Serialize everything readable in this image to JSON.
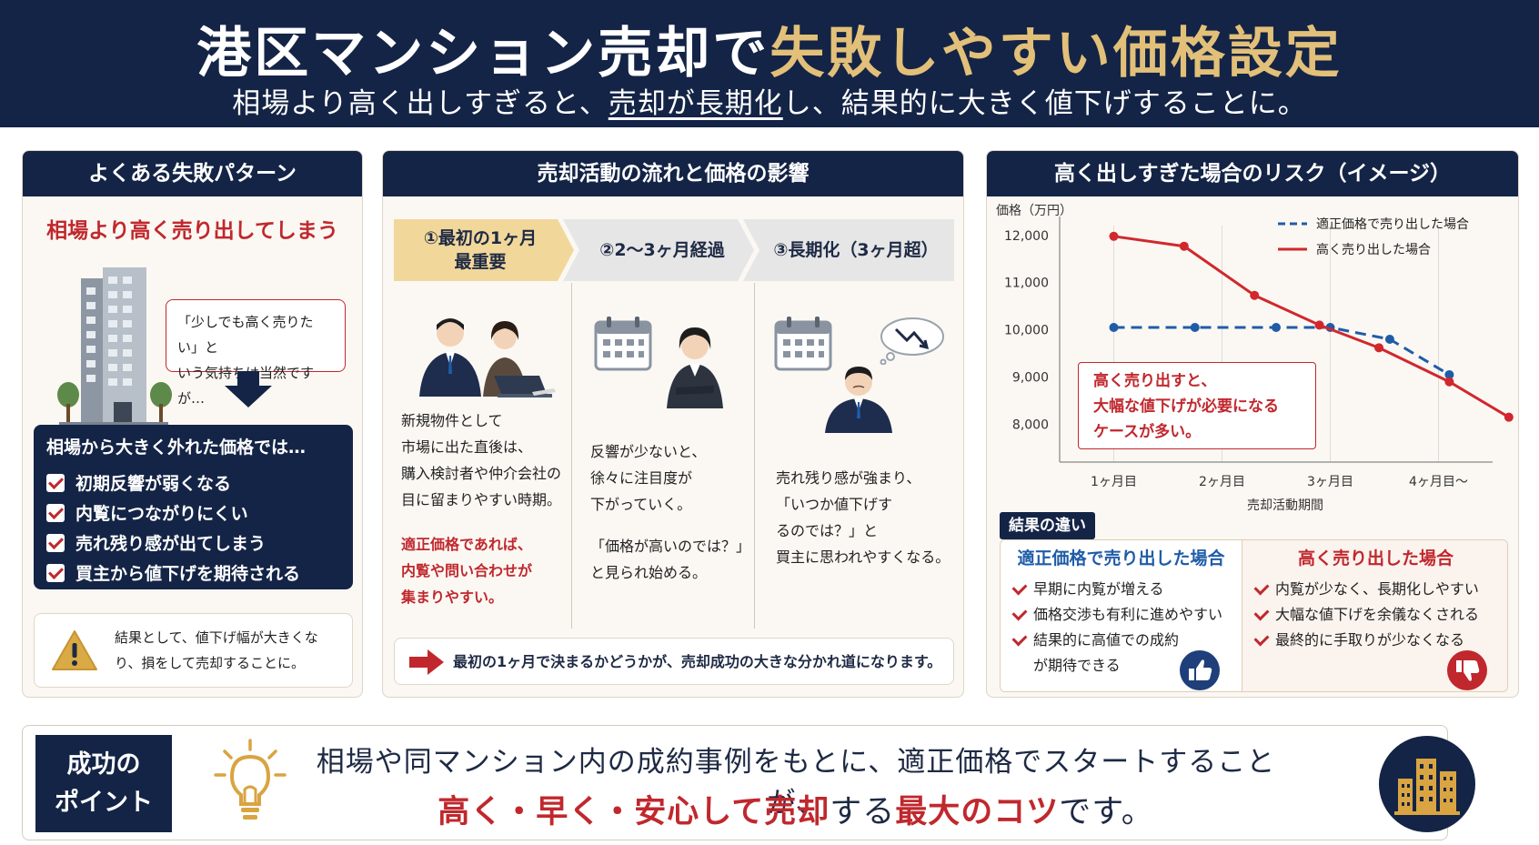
{
  "header": {
    "title_main": "港区マンション売却で",
    "title_gold": "失敗しやすい価格設定",
    "sub_pre": "相場より高く出しすぎると、",
    "sub_ul": "売却が長期化",
    "sub_post": "し、結果的に大きく値下げすることに。"
  },
  "left": {
    "title": "よくある失敗パターン",
    "headline": "相場より高く売り出してしまう",
    "bubble_line1": "「少しでも高く売りたい」と",
    "bubble_line2": "いう気持ちは当然ですが…",
    "box_head": "相場から大きく外れた価格では…",
    "checks": [
      "初期反響が弱くなる",
      "内覧につながりにくい",
      "売れ残り感が出てしまう",
      "買主から値下げを期待される"
    ],
    "warn_line1": "結果として、値下げ幅が大きくな",
    "warn_line2": "り、損をして売却することに。"
  },
  "middle": {
    "title": "売却活動の流れと価格の影響",
    "step1_l1": "①最初の1ヶ月",
    "step1_l2": "最重要",
    "step2": "②2〜3ヶ月経過",
    "step3": "③長期化（3ヶ月超）",
    "col1": [
      "新規物件として",
      "市場に出た直後は、",
      "購入検討者や仲介会社の",
      "目に留まりやすい時期。"
    ],
    "col1_red": [
      "適正価格であれば、",
      "内覧や問い合わせが",
      "集まりやすい。"
    ],
    "col2": [
      "反響が少ないと、",
      "徐々に注目度が",
      "下がっていく。"
    ],
    "col2b": [
      "「価格が高いのでは？」",
      "と見られ始める。"
    ],
    "col3": [
      "売れ残り感が強まり、",
      "「いつか値下げす",
      "るのでは？」と",
      "買主に思われやすくなる。"
    ],
    "note": "最初の1ヶ月で決まるかどうかが、売却成功の大きな分かれ道になります。"
  },
  "right": {
    "title": "高く出しすぎた場合のリスク（イメージ）",
    "callout": [
      "高く売り出すと、",
      "大幅な値下げが必要になる",
      "ケースが多い。"
    ],
    "result_tag": "結果の違い",
    "good_head": "適正価格で売り出した場合",
    "good_items": [
      "早期に内覧が増える",
      "価格交渉も有利に進めやすい",
      "結果的に高値での成約が期待できる"
    ],
    "bad_head": "高く売り出した場合",
    "bad_items": [
      "内覧が少なく、長期化しやすい",
      "大幅な値下げを余儀なくされる",
      "最終的に手取りが少なくなる"
    ]
  },
  "chart_data": {
    "type": "line",
    "ylabel": "価格（万円）",
    "xlabel": "売却活動期間",
    "x_ticks": [
      "1ヶ月目",
      "2ヶ月目",
      "3ヶ月目",
      "4ヶ月目〜"
    ],
    "y_ticks": [
      "12,000",
      "11,000",
      "10,000",
      "9,000",
      "8,000"
    ],
    "ylim": [
      7200,
      12400
    ],
    "xlim": [
      0.5,
      4.5
    ],
    "series": [
      {
        "name": "適正価格で売り出した場合",
        "style": "dashed",
        "color": "#1f5ca8",
        "points": [
          [
            1,
            10050
          ],
          [
            1.75,
            10050
          ],
          [
            2.5,
            10050
          ],
          [
            3,
            10050
          ],
          [
            3.55,
            9800
          ],
          [
            4.1,
            9050
          ]
        ]
      },
      {
        "name": "高く売り出した場合",
        "style": "solid",
        "color": "#d0282d",
        "points": [
          [
            1,
            11980
          ],
          [
            1.65,
            11770
          ],
          [
            2.3,
            10730
          ],
          [
            2.9,
            10100
          ],
          [
            3.45,
            9620
          ],
          [
            4.1,
            8900
          ],
          [
            4.65,
            8150
          ]
        ]
      }
    ],
    "legend_position": "top-right",
    "grid": "vertical"
  },
  "bottom": {
    "tag_l1": "成功の",
    "tag_l2": "ポイント",
    "line1": "相場や同マンション内の成約事例をもとに、適正価格でスタートすることが、",
    "line2_r1": "高く・早く・安心して売却",
    "line2_n1": "する",
    "line2_r2": "最大のコツ",
    "line2_n2": "です。"
  }
}
